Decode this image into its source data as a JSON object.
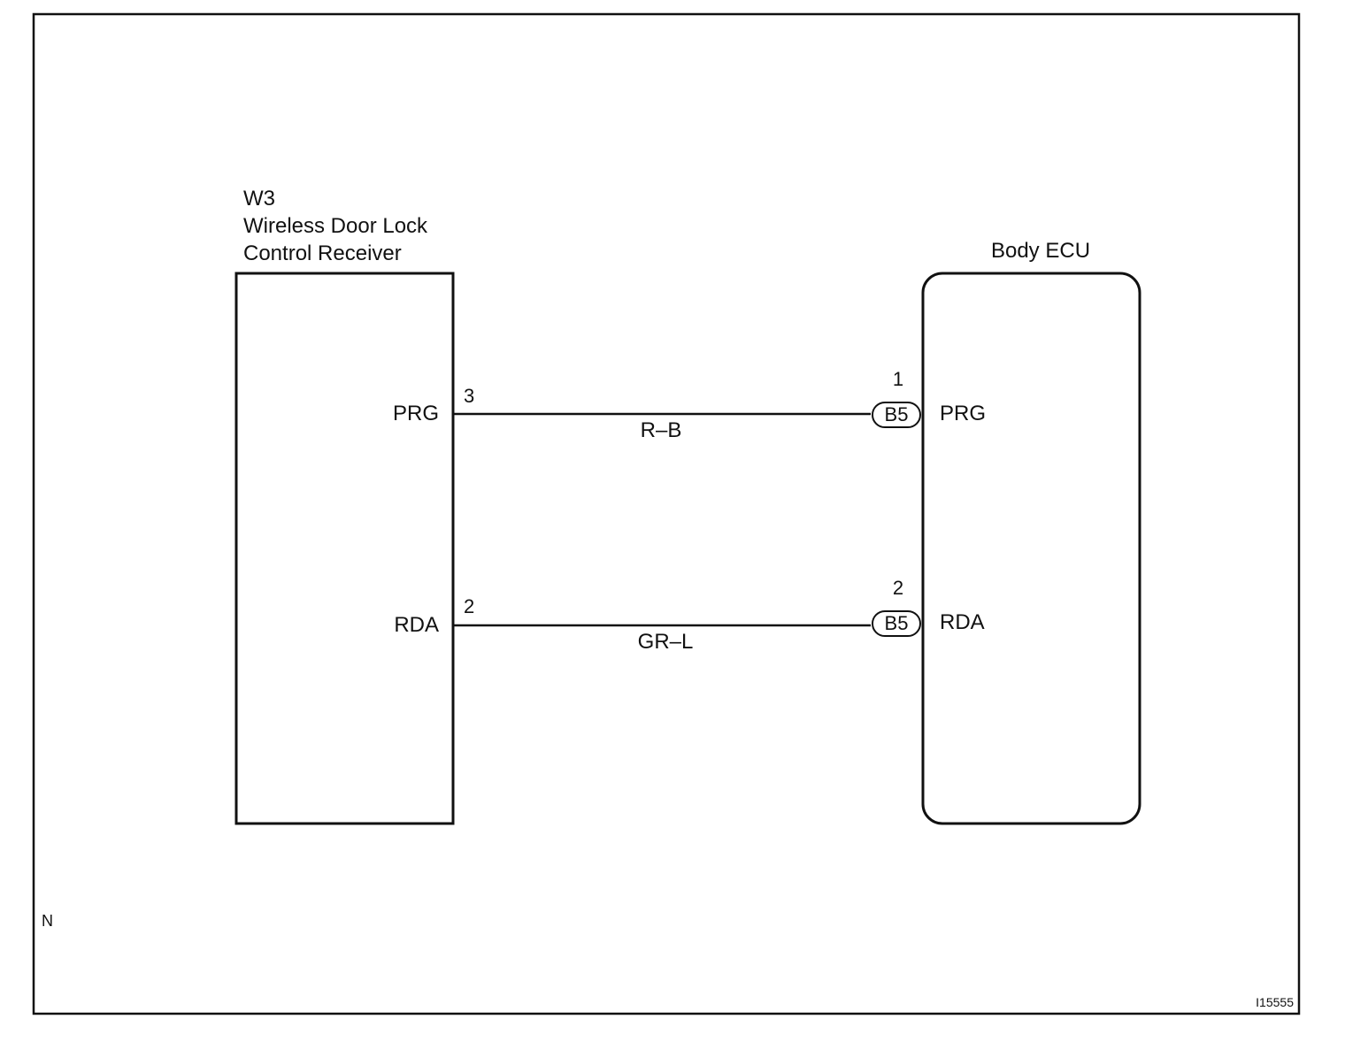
{
  "left_component": {
    "code": "W3",
    "name_line1": "Wireless Door Lock",
    "name_line2": "Control Receiver",
    "pins": [
      {
        "label": "PRG",
        "number": "3"
      },
      {
        "label": "RDA",
        "number": "2"
      }
    ]
  },
  "right_component": {
    "name": "Body ECU",
    "pins": [
      {
        "label": "PRG",
        "number": "1",
        "connector": "B5"
      },
      {
        "label": "RDA",
        "number": "2",
        "connector": "B5"
      }
    ]
  },
  "wires": [
    {
      "color_code": "R–B"
    },
    {
      "color_code": "GR–L"
    }
  ],
  "corner_mark": "N",
  "figure_id": "I15555"
}
